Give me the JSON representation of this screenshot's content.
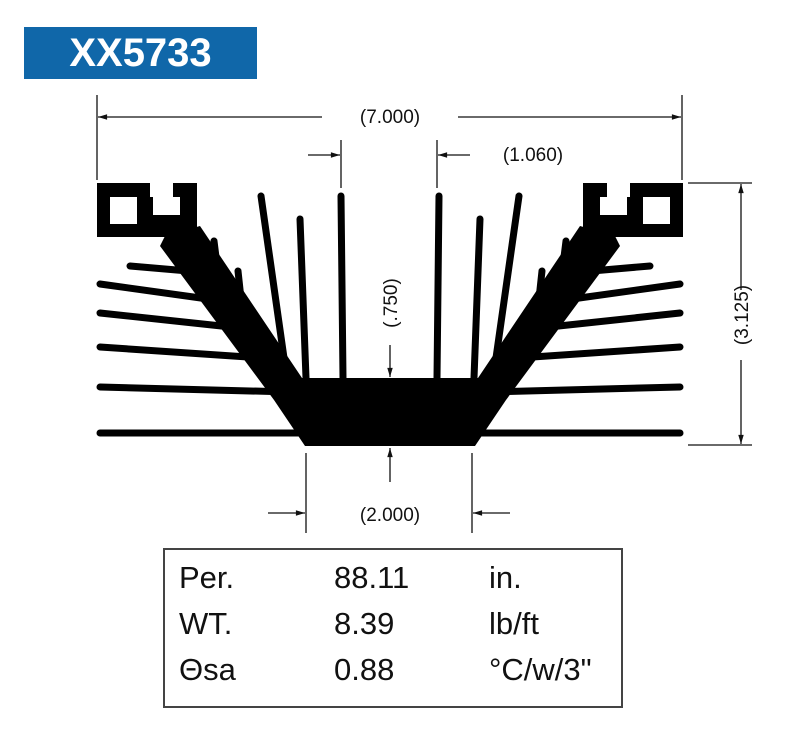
{
  "title": "XX5733",
  "dimensions": {
    "overall_width": "(7.000)",
    "fin_spacing": "(1.060)",
    "base_thickness": "(.750)",
    "base_width": "(2.000)",
    "overall_height": "(3.125)"
  },
  "specs": [
    {
      "label": "Per.",
      "value": "88.11",
      "unit": "in."
    },
    {
      "label": "WT.",
      "value": "8.39",
      "unit": "lb/ft"
    },
    {
      "label": "Θsa",
      "value": "0.88",
      "unit": "°C/w/3\""
    }
  ],
  "colors": {
    "title_bg": "#1067a9",
    "profile": "#000000"
  }
}
